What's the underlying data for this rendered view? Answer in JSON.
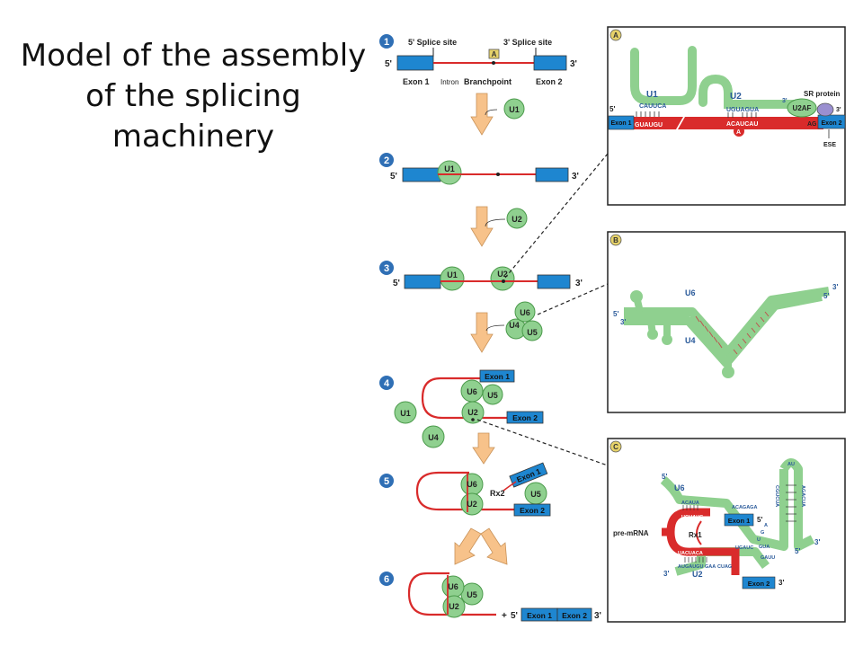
{
  "title": "Model of the assembly of the splicing machinery",
  "colors": {
    "exon": "#1e86d0",
    "intron": "#d92b2b",
    "snrnp": "#8fd08f",
    "snrnp_stroke": "#4b9a4b",
    "arrow": "#f7c28a",
    "step_badge": "#2f6fb5",
    "panel_badge": "#e6d26a",
    "label_blue": "#2a5a9a",
    "sr_protein": "#9a8fd0"
  },
  "steps": [
    {
      "number": "1",
      "five_splice_site": "5' Splice site",
      "three_splice_site": "3' Splice site",
      "branch_badge": "A",
      "exon1": "Exon 1",
      "intron": "Intron",
      "branchpoint": "Branchpoint",
      "exon2": "Exon 2",
      "end5": "5'",
      "end3": "3'"
    },
    {
      "number": "2",
      "incoming": "U1",
      "bound": [
        "U1"
      ],
      "end5": "5'",
      "end3": "3'"
    },
    {
      "number": "3",
      "incoming": "U2",
      "bound": [
        "U1",
        "U2"
      ],
      "end5": "5'",
      "end3": "3'",
      "next_complex": [
        "U6",
        "U4",
        "U5"
      ]
    },
    {
      "number": "4",
      "particles": [
        "U6",
        "U5",
        "U2",
        "U1",
        "U4"
      ],
      "exon1": "Exon 1",
      "exon2": "Exon 2"
    },
    {
      "number": "5",
      "particles": [
        "U6",
        "U2",
        "U5"
      ],
      "rx": "Rx2",
      "exon1": "Exon 1",
      "exon2": "Exon 2"
    },
    {
      "number": "6",
      "particles": [
        "U6",
        "U5",
        "U2"
      ],
      "plus": "+",
      "end5": "5'",
      "end3": "3'",
      "exon1": "Exon 1",
      "exon2": "Exon 2"
    }
  ],
  "panels": {
    "A": {
      "badge": "A",
      "u1": "U1",
      "u1_seq": "CAUUCA",
      "u1_target": "GUAUGU",
      "u2": "U2",
      "u2_seq": "UGUAGUA",
      "branch_seq": "ACAUCAU",
      "branch_a": "A",
      "u2af": "U2AF",
      "sr_protein": "SR protein",
      "exon1": "Exon 1",
      "exon2": "Exon 2",
      "ag": "AG",
      "ese": "ESE",
      "end5": "5'",
      "end3_u2": "3'",
      "end3_sr": "3'"
    },
    "B": {
      "badge": "B",
      "u6": "U6",
      "u4": "U4",
      "u6_5": "5'",
      "u6_3": "3'",
      "u4_5": "5'",
      "u4_3": "3'"
    },
    "C": {
      "badge": "C",
      "u6": "U6",
      "u6_5": "5'",
      "u6_3": "3'",
      "u2": "U2",
      "u2_3": "3'",
      "u2_5": "5'",
      "premrna": "pre-mRNA",
      "rx1": "Rx1",
      "exon1": "Exon 1",
      "exon1_end": "5'",
      "exon2": "Exon 2",
      "exon2_end": "3'",
      "u6_seq": "ACAGAGA",
      "u6_pair": "ACAUA",
      "pre_pair": "UGUAUG",
      "branch_seq": "UACUACA",
      "u2_seq": "AUGAUGU",
      "u2_gaa": "GAA",
      "u2_cuag": "CUAG",
      "u2_ugauc": "UGAUC",
      "side_a": "A",
      "side_g": "G",
      "side_u": "U",
      "stem_left": "CGUCUA",
      "stem_right": "AGACUA",
      "loop": "AU",
      "gua": "GUA",
      "gauu": "GAUU"
    }
  }
}
